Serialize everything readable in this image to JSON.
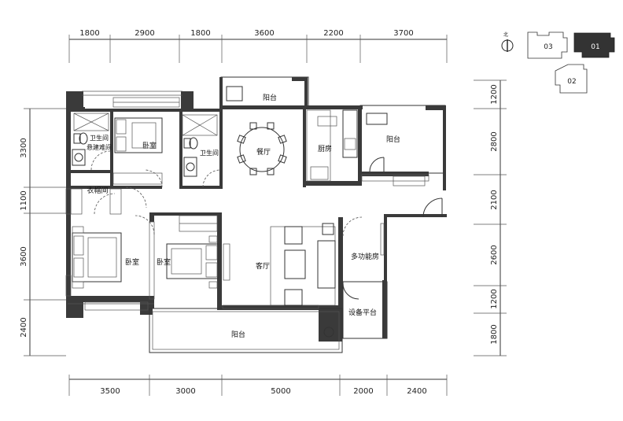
{
  "dimensions": {
    "top": [
      "1800",
      "2900",
      "1800",
      "3600",
      "2200",
      "3700"
    ],
    "bottom": [
      "3500",
      "3000",
      "5000",
      "2000",
      "2400"
    ],
    "left": [
      "3300",
      "1100",
      "3600",
      "2400"
    ],
    "right": [
      "1200",
      "2800",
      "2100",
      "2600",
      "1200",
      "1800"
    ]
  },
  "rooms": {
    "balcony_top": "阳台",
    "bath_left_1": "卫生间",
    "bath_left_2": "悬建难间",
    "bedroom_top": "卧室",
    "bath_center": "卫生间",
    "dining": "餐厅",
    "kitchen": "厨房",
    "balcony_right": "阳台",
    "cloakroom": "衣帽间",
    "bedroom_left": "卧室",
    "bedroom_center": "卧室",
    "living": "客厅",
    "multi": "多功能房",
    "equipment": "设备平台",
    "balcony_bottom": "阳台"
  },
  "keyplan": {
    "compass": "北",
    "units": [
      "03",
      "01",
      "02"
    ],
    "highlighted": "01"
  }
}
